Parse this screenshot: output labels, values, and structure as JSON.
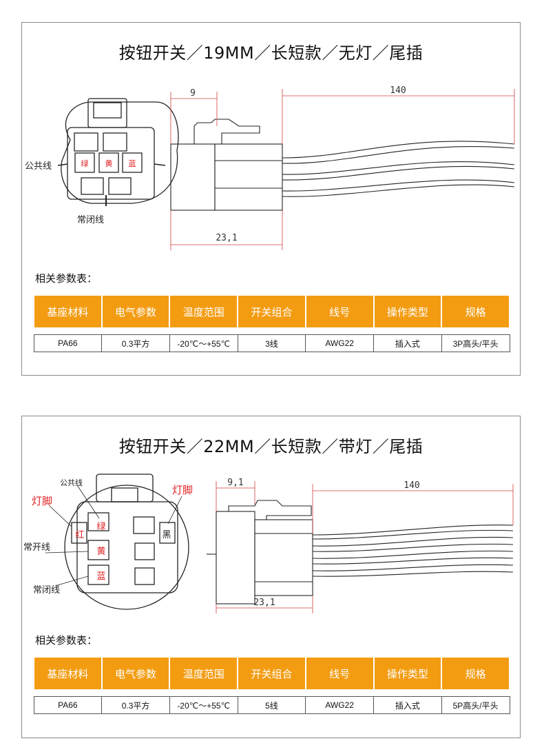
{
  "panels": [
    {
      "title": "按钮开关／19MM／长短款／无灯／尾插",
      "diagram": {
        "dim_left_top": "9",
        "dim_right_top": "140",
        "dim_bottom": "23,1",
        "label_common": "公共线",
        "label_nc": "常闭线",
        "pin_green": "绿",
        "pin_yellow": "黄",
        "pin_blue": "蓝"
      },
      "params_label": "相关参数表：",
      "headers": [
        "基座材料",
        "电气参数",
        "温度范围",
        "开关组合",
        "线号",
        "操作类型",
        "规格"
      ],
      "row": [
        "PA66",
        "0.3平方",
        "-20℃～+55℃",
        "3线",
        "AWG22",
        "插入式",
        "3P高头/平头"
      ]
    },
    {
      "title": "按钮开关／22MM／长短款／带灯／尾插",
      "diagram": {
        "dim_left_top": "9,1",
        "dim_right_top": "140",
        "dim_bottom": "23,1",
        "label_common": "公共线",
        "label_lamp_left": "灯脚",
        "label_lamp_right": "灯脚",
        "label_no": "常开线",
        "label_nc": "常闭线",
        "pin_red": "红",
        "pin_green": "绿",
        "pin_yellow": "黄",
        "pin_blue": "蓝",
        "pin_black": "黑"
      },
      "params_label": "相关参数表：",
      "headers": [
        "基座材料",
        "电气参数",
        "温度范围",
        "开关组合",
        "线号",
        "操作类型",
        "规格"
      ],
      "row": [
        "PA66",
        "0.3平方",
        "-20℃～+55℃",
        "5线",
        "AWG22",
        "插入式",
        "5P高头/平头"
      ]
    }
  ],
  "colors": {
    "header_bg": "#f39c12",
    "header_text": "#ffffff",
    "pin_label": "#e02020",
    "line": "#222222"
  }
}
